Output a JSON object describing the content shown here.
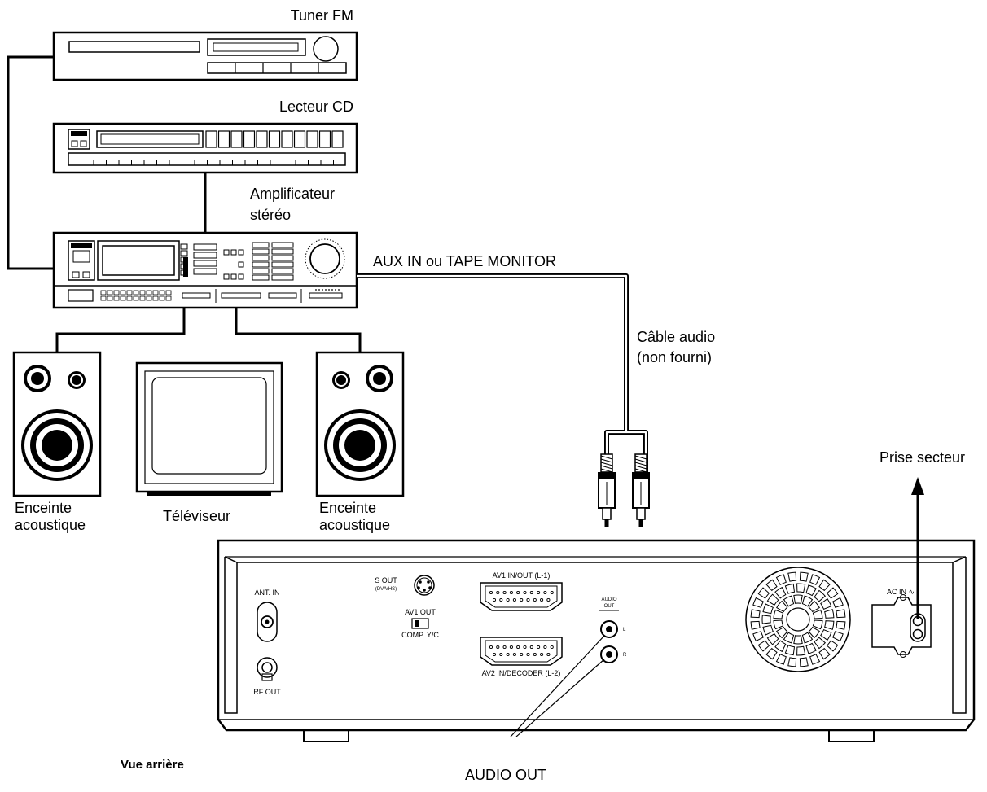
{
  "labels": {
    "tuner": "Tuner FM",
    "cd_player": "Lecteur CD",
    "amplifier_line1": "Amplificateur",
    "amplifier_line2": "stéréo",
    "aux_in": "AUX IN ou TAPE MONITOR",
    "cable_line1": "Câble audio",
    "cable_line2": "(non fourni)",
    "speaker_left_line1": "Enceinte",
    "speaker_left_line2": "acoustique",
    "television": "Téléviseur",
    "speaker_right_line1": "Enceinte",
    "speaker_right_line2": "acoustique",
    "mains_socket": "Prise secteur",
    "rear_view": "Vue arrière",
    "audio_out": "AUDIO OUT"
  },
  "rear_panel": {
    "ant_in": "ANT. IN",
    "rf_out": "RF OUT",
    "s_out": "S OUT",
    "s_out_sub": "(DV/VHS)",
    "av1_out": "AV1 OUT",
    "comp_yc": "COMP. Y/C",
    "av1_inout": "AV1 IN/OUT (L-1)",
    "av2_decoder": "AV2 IN/DECODER (L-2)",
    "audio_label": "AUDIO",
    "out_label": "OUT",
    "l_label": "L",
    "r_label": "R",
    "ac_in": "AC IN ∿"
  },
  "colors": {
    "ink": "#000000",
    "paper": "#ffffff"
  }
}
